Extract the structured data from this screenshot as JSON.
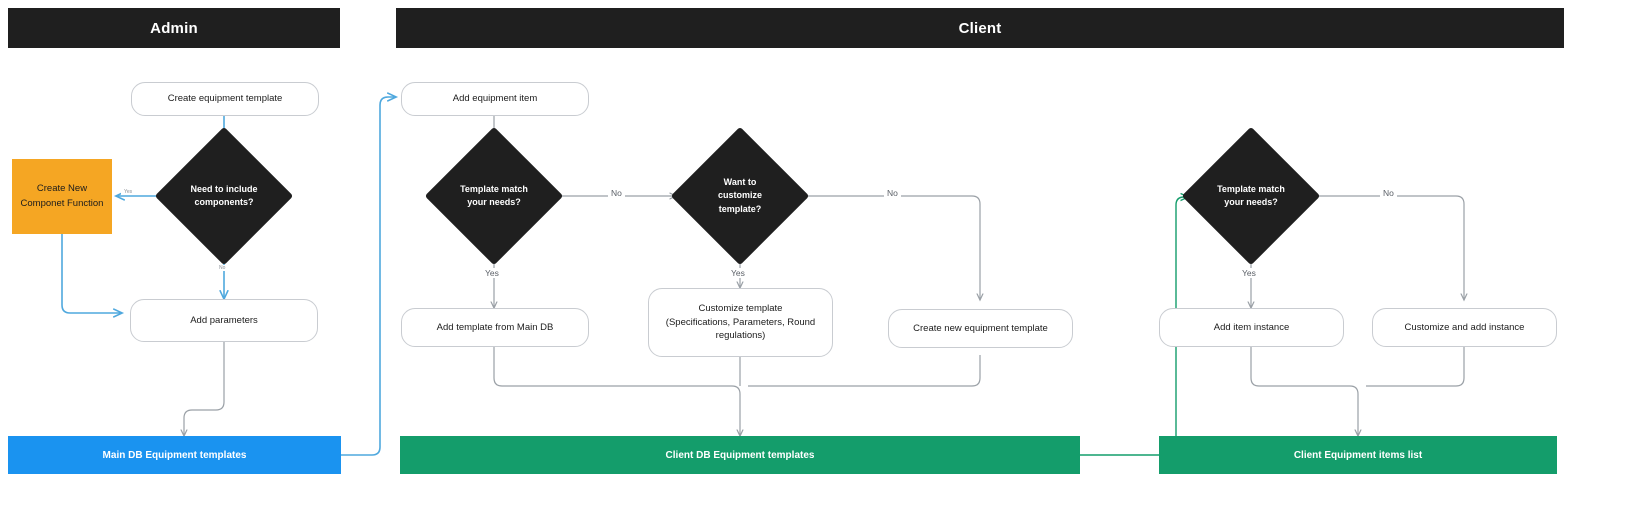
{
  "lanes": [
    {
      "id": "admin",
      "title": "Admin"
    },
    {
      "id": "client",
      "title": "Client"
    }
  ],
  "colors": {
    "lane_header_bg": "#1f1f1f",
    "decision_bg": "#1f1f1f",
    "orange_box": "#F5A623",
    "main_db_bar": "#1A93F0",
    "client_db_bar": "#149D6B",
    "admin_edge": "#4FA8DE",
    "client_edge": "#9aa0a6",
    "green_edge": "#149D6B"
  },
  "admin": {
    "start": "Create equipment template",
    "decision": "Need to include components?",
    "decision_yes_label": "Yes",
    "decision_no_label": "No",
    "component_box": "Create New Componet Function",
    "add_parameters": "Add parameters",
    "db_bar": "Main DB Equipment templates"
  },
  "client": {
    "start": "Add equipment item",
    "decision_1": "Template match your needs?",
    "decision_1_yes": "Yes",
    "decision_1_no": "No",
    "add_template": "Add template from Main DB",
    "decision_2": "Want to customize template?",
    "decision_2_yes": "Yes",
    "decision_2_no": "No",
    "customize_template": "Customize template (Specifications, Parameters, Round regulations)",
    "create_new_template": "Create new equipment template",
    "db_bar": "Client DB Equipment templates",
    "decision_3": "Template match your needs?",
    "decision_3_yes": "Yes",
    "decision_3_no": "No",
    "add_item_instance": "Add item instance",
    "customize_add_instance": "Customize and add instance",
    "items_bar": "Client Equipment items list"
  },
  "decision_lines": {
    "admin": [
      "Need to include",
      "components?"
    ],
    "c1": [
      "Template match",
      "your needs?"
    ],
    "c2": [
      "Want to",
      "customize",
      "template?"
    ],
    "c3": [
      "Template match",
      "your needs?"
    ]
  },
  "customize_lines": [
    "Customize template",
    "(Specifications, Parameters, Round",
    "regulations)"
  ]
}
